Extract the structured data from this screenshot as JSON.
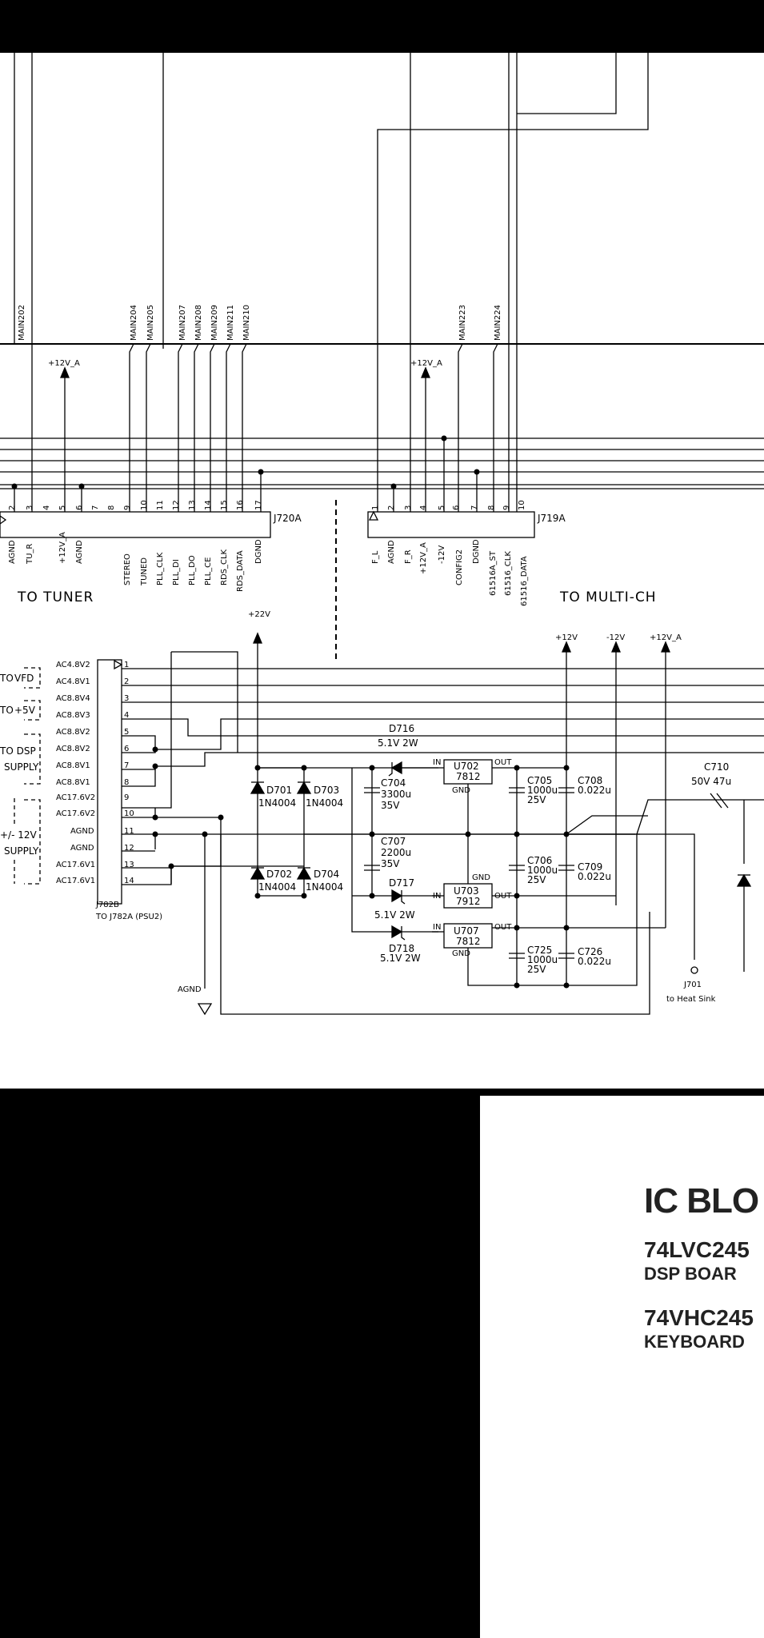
{
  "schematic": {
    "top_signals": [
      "MAIN202",
      "MAIN204",
      "MAIN205",
      "MAIN207",
      "MAIN208",
      "MAIN209",
      "MAIN211",
      "MAIN210",
      "MAIN223",
      "MAIN224"
    ],
    "rail_12v_a": "+12V_A",
    "tuner": {
      "connector": "J720A",
      "title": "TO TUNER",
      "pins": [
        "2",
        "3",
        "4",
        "5",
        "6",
        "7",
        "8",
        "9",
        "10",
        "11",
        "12",
        "13",
        "14",
        "15",
        "16",
        "17"
      ],
      "signals": [
        "AGND",
        "TU_R",
        "+12V_A",
        "AGND",
        "STEREO",
        "TUNED",
        "PLL_CLK",
        "PLL_DI",
        "PLL_DO",
        "PLL_CE",
        "RDS_CLK",
        "RDS_DATA",
        "DGND"
      ]
    },
    "multich": {
      "connector": "J719A",
      "title": "TO MULTI-CH",
      "pins": [
        "1",
        "2",
        "3",
        "4",
        "5",
        "6",
        "7",
        "8",
        "9",
        "10"
      ],
      "signals": [
        "F_L",
        "AGND",
        "F_R",
        "+12V_A",
        "-12V",
        "CONFIG2",
        "DGND",
        "61516A_ST",
        "61516_CLK",
        "61516_DATA"
      ]
    },
    "supply": {
      "connector": "J782B",
      "connector_note": "TO J782A (PSU2)",
      "rails": [
        "+22V",
        "+12V",
        "-12V",
        "+12V_A"
      ],
      "pin_labels": [
        "AC4.8V2",
        "AC4.8V1",
        "AC8.8V4",
        "AC8.8V3",
        "AC8.8V2",
        "AC8.8V2",
        "AC8.8V1",
        "AC8.8V1",
        "AC17.6V2",
        "AC17.6V2",
        "AGND",
        "AGND",
        "AC17.6V1",
        "AC17.6V1"
      ],
      "pin_numbers": [
        "1",
        "2",
        "3",
        "4",
        "5",
        "6",
        "7",
        "8",
        "9",
        "10",
        "11",
        "12",
        "13",
        "14"
      ],
      "side_labels": [
        "TO",
        "VFD",
        "TO",
        "+5V",
        "TO DSP",
        "SUPPLY",
        "+/- 12V",
        "SUPPLY"
      ],
      "agnd": "AGND"
    },
    "diodes": {
      "d701": [
        "D701",
        "1N4004"
      ],
      "d702": [
        "D702",
        "1N4004"
      ],
      "d703": [
        "D703",
        "1N4004"
      ],
      "d704": [
        "D704",
        "1N4004"
      ],
      "d716": [
        "D716",
        "5.1V  2W"
      ],
      "d717": [
        "D717",
        "5.1V   2W"
      ],
      "d718": [
        "D718",
        "5.1V  2W"
      ]
    },
    "regulators": {
      "u702": [
        "U702",
        "7812"
      ],
      "u703": [
        "U703",
        "7912"
      ],
      "u707": [
        "U707",
        "7812"
      ],
      "pins": [
        "IN",
        "OUT",
        "GND"
      ]
    },
    "capacitors": {
      "c704": [
        "C704",
        "3300u",
        "35V"
      ],
      "c707": [
        "C707",
        "2200u",
        "35V"
      ],
      "c705": [
        "C705",
        "1000u",
        "25V"
      ],
      "c706": [
        "C706",
        "1000u",
        "25V"
      ],
      "c725": [
        "C725",
        "1000u",
        "25V"
      ],
      "c708": [
        "C708",
        "0.022u"
      ],
      "c709": [
        "C709",
        "0.022u"
      ],
      "c726": [
        "C726",
        "0.022u"
      ],
      "c710": [
        "C710",
        "50V  47u"
      ]
    },
    "heatsink": [
      "J701",
      "to Heat Sink"
    ]
  },
  "ic_block": {
    "title": "IC BLO",
    "part1": "74LVC245",
    "part1_sub": "DSP BOAR",
    "part2": "74VHC245",
    "part2_sub": "KEYBOARD"
  }
}
